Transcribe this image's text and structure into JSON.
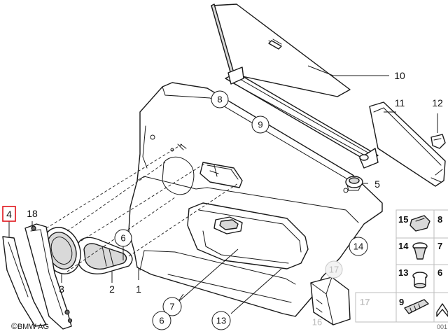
{
  "brand": {
    "copyright": "©",
    "name": "BMW AG"
  },
  "drawing_code": "001",
  "callouts": [
    {
      "id": "c1",
      "label": "1"
    },
    {
      "id": "c2",
      "label": "2"
    },
    {
      "id": "c3",
      "label": "3"
    },
    {
      "id": "c4",
      "label": "4",
      "highlighted": true
    },
    {
      "id": "c5",
      "label": "5"
    },
    {
      "id": "c6a",
      "label": "6"
    },
    {
      "id": "c6b",
      "label": "6"
    },
    {
      "id": "c7",
      "label": "7"
    },
    {
      "id": "c8",
      "label": "8"
    },
    {
      "id": "c9",
      "label": "9"
    },
    {
      "id": "c10",
      "label": "10"
    },
    {
      "id": "c11",
      "label": "11"
    },
    {
      "id": "c12",
      "label": "12"
    },
    {
      "id": "c13",
      "label": "13"
    },
    {
      "id": "c14",
      "label": "14"
    },
    {
      "id": "c16",
      "label": "16"
    },
    {
      "id": "c17",
      "label": "17"
    },
    {
      "id": "c18",
      "label": "18"
    }
  ],
  "parts_table": [
    {
      "left": "15",
      "right": "8",
      "left_grey": false
    },
    {
      "left": "14",
      "right": "7",
      "left_grey": false
    },
    {
      "left": "13",
      "right": "6",
      "left_grey": false
    },
    {
      "left": "17",
      "right": "9",
      "left_grey": true
    }
  ]
}
